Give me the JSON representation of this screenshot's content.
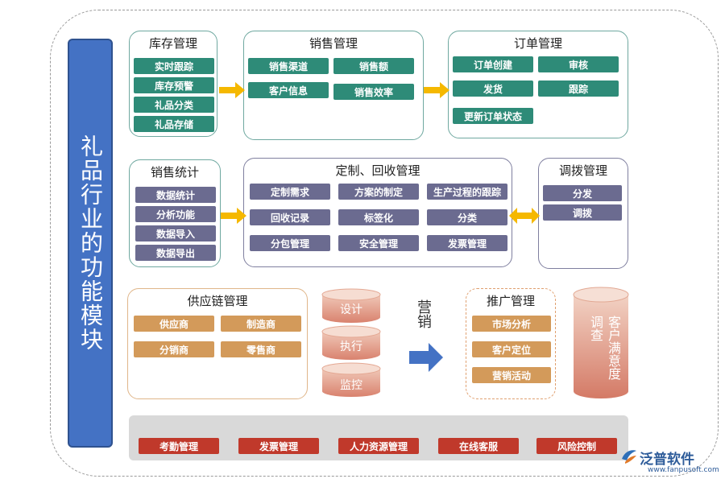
{
  "sidebar_title": "礼品行业的功能模块",
  "inventory": {
    "title": "库存管理",
    "items": [
      "实时跟踪",
      "库存预警",
      "礼品分类",
      "礼品存储"
    ]
  },
  "sales": {
    "title": "销售管理",
    "items": [
      "销售渠道",
      "销售额",
      "客户信息",
      "销售效率"
    ]
  },
  "orders": {
    "title": "订单管理",
    "items": [
      "订单创建",
      "审核",
      "发货",
      "跟踪",
      "更新订单状态"
    ]
  },
  "stats": {
    "title": "销售统计",
    "items": [
      "数据统计",
      "分析功能",
      "数据导入",
      "数据导出"
    ]
  },
  "custom": {
    "title": "定制、回收管理",
    "items": [
      "定制需求",
      "方案的制定",
      "生产过程的跟踪",
      "回收记录",
      "标签化",
      "分类",
      "分包管理",
      "安全管理",
      "发票管理"
    ]
  },
  "transfer": {
    "title": "调拨管理",
    "items": [
      "分发",
      "调拨"
    ]
  },
  "supply": {
    "title": "供应链管理",
    "items": [
      "供应商",
      "制造商",
      "分销商",
      "零售商"
    ]
  },
  "cylinders": [
    "设计",
    "执行",
    "监控"
  ],
  "marketing_label": "营销",
  "promotion": {
    "title": "推广管理",
    "items": [
      "市场分析",
      "客户定位",
      "营销活动"
    ]
  },
  "satisfaction": "客户满意度调查",
  "bottom_bar": [
    "考勤管理",
    "发票管理",
    "人力资源管理",
    "在线客服",
    "风险控制"
  ],
  "brand": {
    "name": "泛普软件",
    "url": "www.fanpusoft.com"
  },
  "colors": {
    "green": "#2e8b78",
    "purple": "#6b6b90",
    "orange": "#d39a5a",
    "red": "#c0392b",
    "blue": "#4472c4",
    "arrow_yellow": "#f5b800"
  }
}
